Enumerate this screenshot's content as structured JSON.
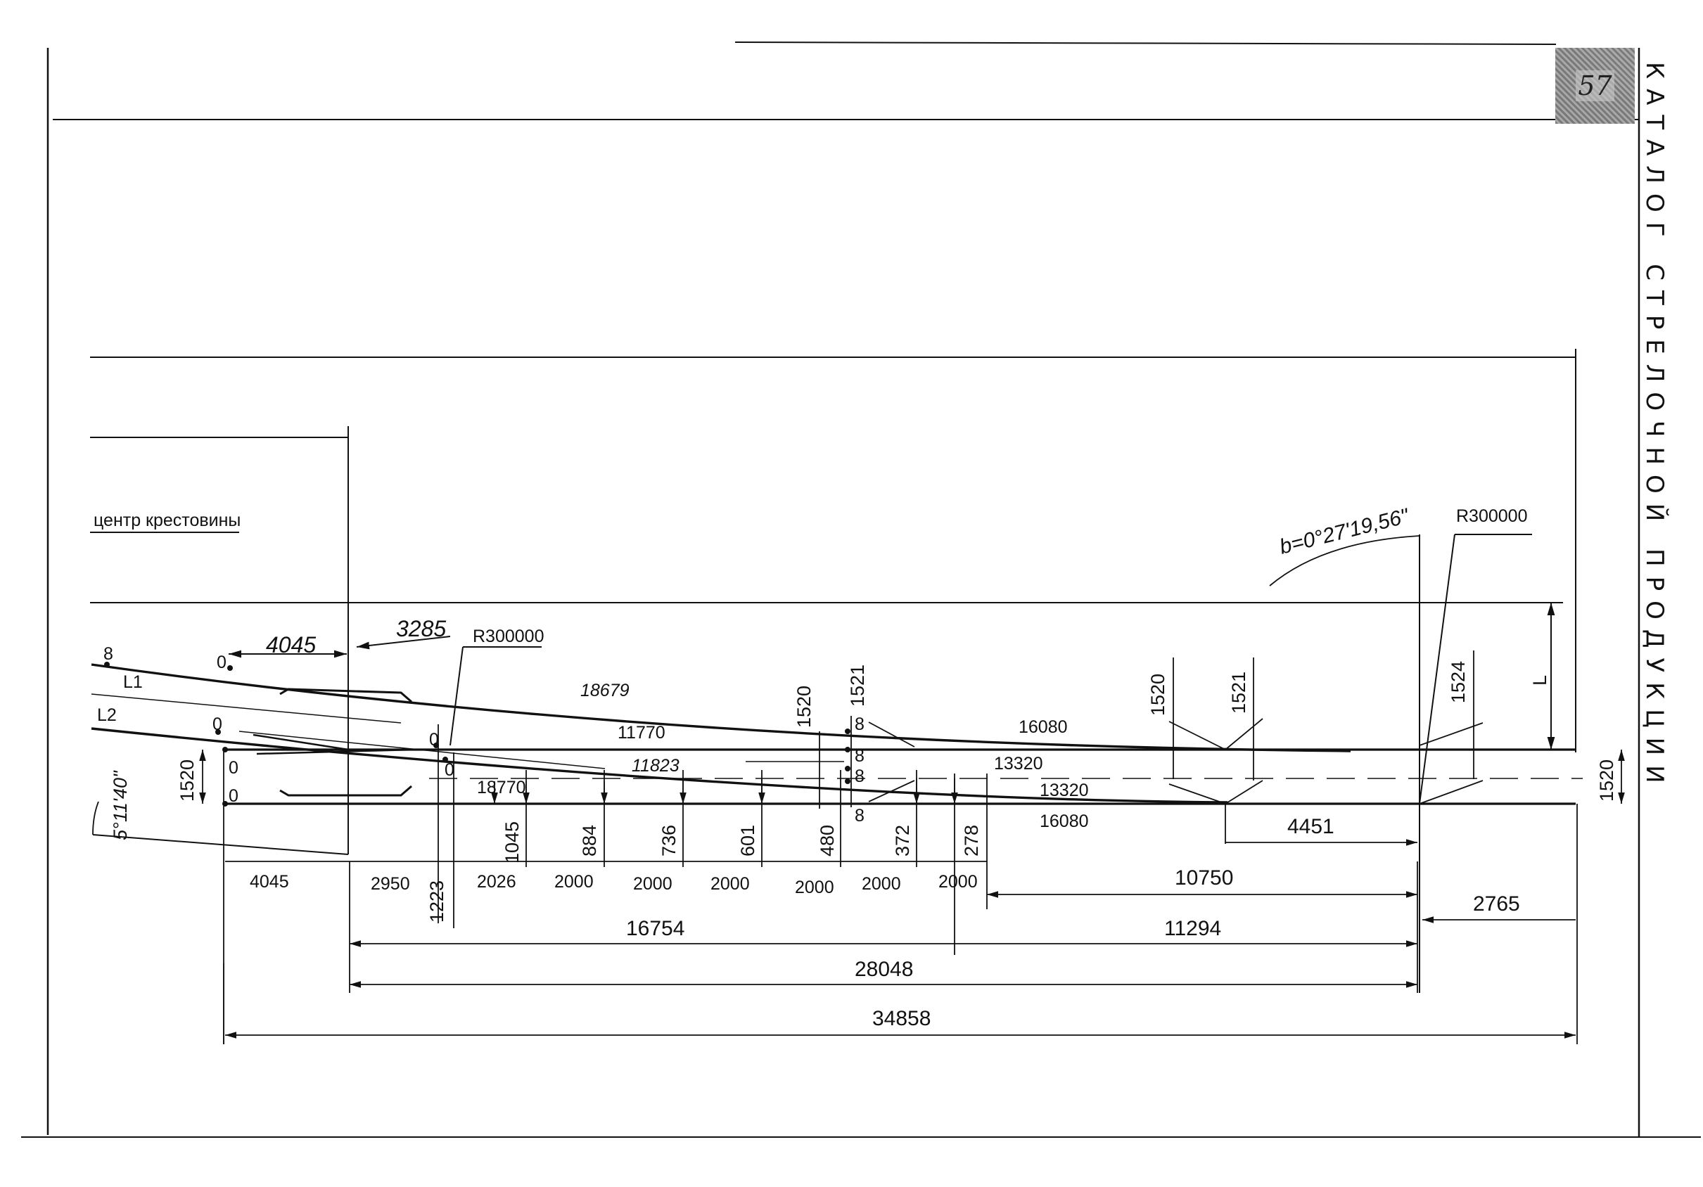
{
  "page": {
    "number": "57",
    "side_title": "КАТАЛОГ СТРЕЛОЧНОЙ ПРОДУКЦИИ"
  },
  "labels": {
    "frog_center": "центр крестовины",
    "angle_left": "5°11'40\"",
    "angle_b": "b=0°27'19,56\"",
    "radius_left": "R300000",
    "radius_right": "R300000",
    "track_l1": "L1",
    "track_l2": "L2",
    "track_l": "L",
    "ord_8_top": "8",
    "ord_0_l1": "0",
    "ord_0_l2": "0",
    "ord_0_rail1": "0",
    "ord_0_rail2": "0",
    "ord_0_mid1": "0",
    "ord_0_mid2": "0",
    "ord_8_a": "8",
    "ord_8_b": "8",
    "ord_8_c": "8",
    "ord_8_d": "8"
  },
  "dims": {
    "d4045_top": "4045",
    "d3285": "3285",
    "d18679": "18679",
    "d11770": "11770",
    "d11823": "11823",
    "d18770": "18770",
    "d16080_top": "16080",
    "d13320_top": "13320",
    "d13320_bot": "13320",
    "d16080_bot": "16080",
    "v1520_mid": "1520",
    "v1521_mid": "1521",
    "v1520_right": "1520",
    "v1521_right": "1521",
    "v1524": "1524",
    "v1520_left": "1520",
    "v1520_far": "1520",
    "o1045": "1045",
    "o884": "884",
    "o736": "736",
    "o601": "601",
    "o480": "480",
    "o372": "372",
    "o278": "278",
    "o1223": "1223",
    "b4045": "4045",
    "b2950": "2950",
    "b2026": "2026",
    "b2000_1": "2000",
    "b2000_2": "2000",
    "b2000_3": "2000",
    "b2000_4": "2000",
    "b2000_5": "2000",
    "b2000_6": "2000",
    "d4451": "4451",
    "d10750": "10750",
    "d2765": "2765",
    "d16754": "16754",
    "d11294": "11294",
    "d28048": "28048",
    "d34858": "34858"
  }
}
